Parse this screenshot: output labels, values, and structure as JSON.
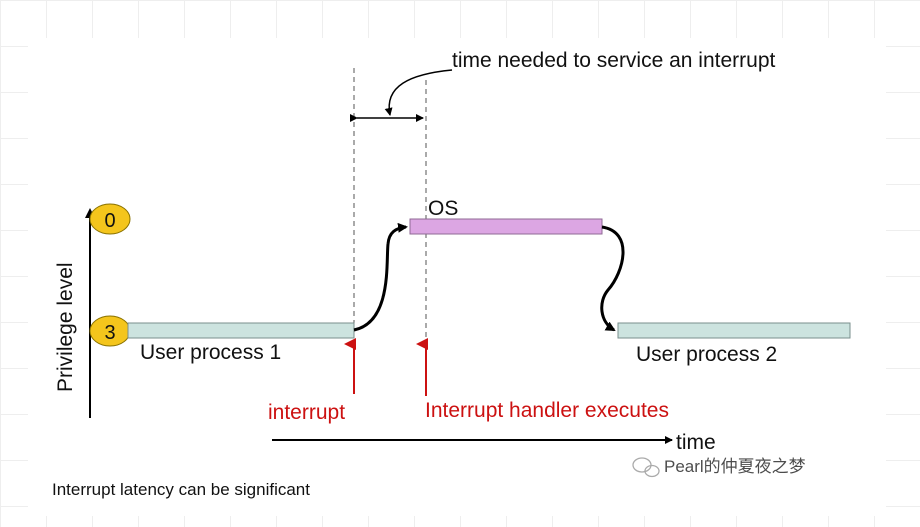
{
  "title_annotation": "time needed to service an interrupt",
  "y_axis_label": "Privilege level",
  "levels": [
    {
      "label": "0",
      "color": "#f4c51c"
    },
    {
      "label": "3",
      "color": "#f4c51c"
    }
  ],
  "segments": [
    {
      "label": "User process 1",
      "color": "#cce3df"
    },
    {
      "label": "OS",
      "color": "#dca6e3"
    },
    {
      "label": "User process 2",
      "color": "#cce3df"
    }
  ],
  "events": [
    {
      "label": "interrupt",
      "color": "#cc1111"
    },
    {
      "label": "Interrupt handler executes",
      "color": "#cc1111"
    }
  ],
  "x_axis_label": "time",
  "caption": "Interrupt latency can be significant",
  "watermark": "Pearl的仲夏夜之梦"
}
